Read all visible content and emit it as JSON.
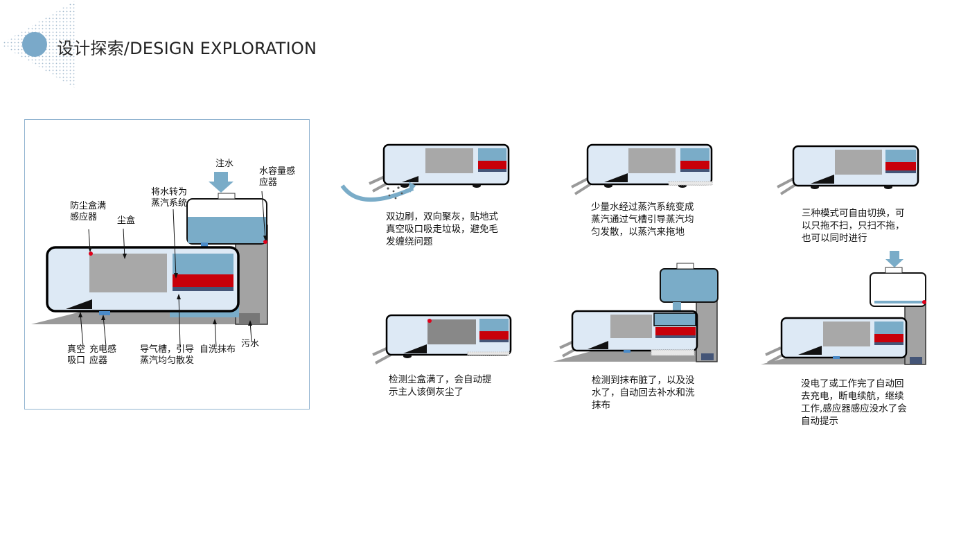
{
  "header": {
    "title": "设计探索/DESIGN EXPLORATION",
    "accent_color": "#7aa9c9"
  },
  "main_diagram": {
    "labels": {
      "inject_water": "注水",
      "water_sensor": [
        "水容量感",
        "应器"
      ],
      "steam_system": [
        "将水转为",
        "蒸汽系统"
      ],
      "dust_sensor": [
        "防尘盒满",
        "感应器"
      ],
      "dust_box": "尘盒",
      "vacuum_inlet": [
        "真空",
        "吸口"
      ],
      "charge_sensor": [
        "充电感",
        "应器"
      ],
      "air_groove": [
        "导气槽，引导",
        "蒸汽均匀散发"
      ],
      "self_wash_mop": "自洗抹布",
      "dirty_water": "污水"
    }
  },
  "scenarios": [
    {
      "caption": [
        "双边刷，双向聚灰，贴地式",
        "真空吸口吸走垃圾，避免毛",
        "发缠绕问题"
      ]
    },
    {
      "caption": [
        "少量水经过蒸汽系统变成",
        "蒸汽通过气槽引导蒸汽均",
        "匀发散，以蒸汽来拖地"
      ]
    },
    {
      "caption": [
        "三种模式可自由切换，可",
        "以只拖不扫，只扫不拖，",
        "也可以同时进行"
      ]
    },
    {
      "caption": [
        "检测尘盒满了，会自动提",
        "示主人该倒灰尘了"
      ]
    },
    {
      "caption": [
        "检测到抹布脏了，以及没",
        "水了，自动回去补水和洗",
        "抹布"
      ]
    },
    {
      "caption": [
        "没电了或工作完了自动回",
        "去充电，断电续航，继续",
        "工作,感应器感应没水了会",
        "自动提示"
      ]
    }
  ],
  "colors": {
    "body_fill": "#dde9f5",
    "dust_box": "#a8a8a8",
    "water_tank": "#7aacc8",
    "steam_red": "#c8000a",
    "station_gray": "#a0a0a0",
    "sensor_red": "#e0001a",
    "charge_blue": "#4a8ac8"
  }
}
